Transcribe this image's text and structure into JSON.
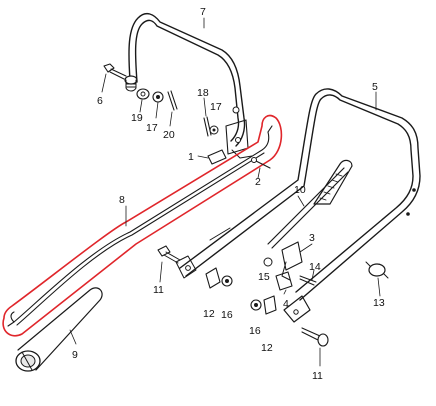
{
  "diagram": {
    "highlight_color": "#e0262b",
    "ink_color": "#1a1a1a",
    "callouts": [
      "1",
      "2",
      "3",
      "4",
      "5",
      "6",
      "7",
      "8",
      "9",
      "10",
      "11",
      "11",
      "12",
      "12",
      "13",
      "14",
      "15",
      "16",
      "16",
      "17",
      "17",
      "18",
      "19",
      "20"
    ],
    "parts": {
      "p1": "1",
      "p2": "2",
      "p3": "3",
      "p4": "4",
      "p5": "5",
      "p6": "6",
      "p7": "7",
      "p8": "8",
      "p9": "9",
      "p10": "10",
      "p11a": "11",
      "p11b": "11",
      "p12a": "12",
      "p12b": "12",
      "p13": "13",
      "p14": "14",
      "p15": "15",
      "p16a": "16",
      "p16b": "16",
      "p17a": "17",
      "p17b": "17",
      "p18": "18",
      "p19": "19",
      "p20": "20"
    }
  }
}
